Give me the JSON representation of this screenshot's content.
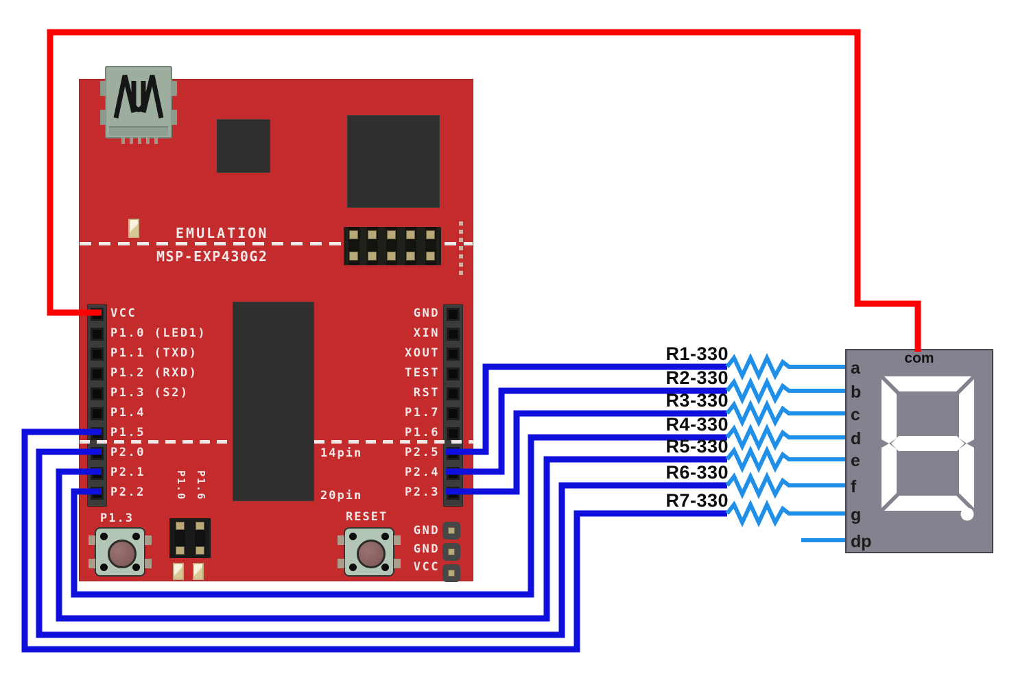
{
  "title": "MSP-EXP430G2 LaunchPad wired to 7-segment display",
  "colors": {
    "board_red": "#C42B2C",
    "wire_blue": "#0F10DC",
    "wire_light_blue": "#1F8FE8",
    "wire_red": "#FE0000",
    "display_gray": "#83838F",
    "chip_dark": "#2F2F2F",
    "header_dark": "#3B3B3B",
    "silkscreen": "#F2E8E8",
    "usb_gray": "#9DAE9E",
    "brass": "#B9A878",
    "segment_white": "#FFFFFF",
    "label_black": "#141414"
  },
  "board": {
    "emulation_label": "EMULATION",
    "model_label": "MSP-EXP430G2",
    "left_pins": [
      "VCC",
      "P1.0 (LED1)",
      "P1.1 (TXD)",
      "P1.2 (RXD)",
      "P1.3 (S2)",
      "P1.4",
      "P1.5",
      "P2.0",
      "P2.1",
      "P2.2"
    ],
    "right_pins": [
      "GND",
      "XIN",
      "XOUT",
      "TEST",
      "RST",
      "P1.7",
      "P1.6",
      "P2.5",
      "P2.4",
      "P2.3"
    ],
    "size_labels": {
      "pins14": "14pin",
      "pins20": "20pin"
    },
    "button_left_label": "P1.3",
    "button_right_label": "RESET",
    "jumper_labels": [
      "P1.0",
      "P1.6"
    ],
    "power_header_labels": [
      "GND",
      "GND",
      "VCC"
    ]
  },
  "resistors": [
    "R1-330",
    "R2-330",
    "R3-330",
    "R4-330",
    "R5-330",
    "R6-330",
    "R7-330"
  ],
  "display": {
    "com_label": "com",
    "pin_labels": [
      "a",
      "b",
      "c",
      "d",
      "e",
      "f",
      "g",
      "dp"
    ],
    "digit_shown": "8"
  },
  "connections": [
    {
      "from": "VCC",
      "to": "com",
      "wire": "red"
    },
    {
      "from": "P2.5",
      "through": "R1-330",
      "to": "a",
      "wire": "blue"
    },
    {
      "from": "P2.4",
      "through": "R2-330",
      "to": "b",
      "wire": "blue"
    },
    {
      "from": "P2.3",
      "through": "R3-330",
      "to": "c",
      "wire": "blue"
    },
    {
      "from": "P2.2",
      "through": "R4-330",
      "to": "d",
      "wire": "blue"
    },
    {
      "from": "P2.1",
      "through": "R5-330",
      "to": "e",
      "wire": "blue"
    },
    {
      "from": "P2.0",
      "through": "R6-330",
      "to": "f",
      "wire": "blue"
    },
    {
      "from": "P1.5",
      "through": "R7-330",
      "to": "g",
      "wire": "blue"
    },
    {
      "from": "",
      "to": "dp",
      "wire": "unconnected stub"
    }
  ]
}
